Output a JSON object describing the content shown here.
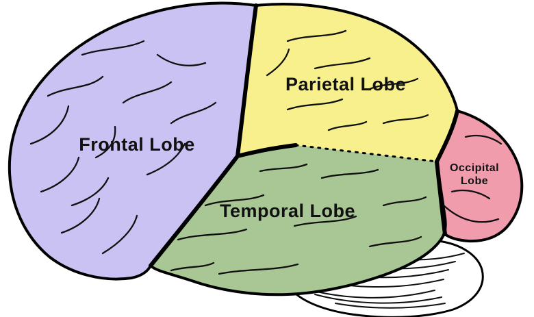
{
  "lobes": {
    "frontal": {
      "label": "Frontal Lobe",
      "color": "#c9c2f2"
    },
    "parietal": {
      "label": "Parietal Lobe",
      "color": "#f7f08c"
    },
    "temporal": {
      "label": "Temporal Lobe",
      "color": "#a8c795"
    },
    "occipital": {
      "label": "Occipital Lobe",
      "label_lines": [
        "Occipital",
        "Lobe"
      ],
      "color": "#f09cad"
    }
  },
  "cerebellum": {
    "color": "#ffffff"
  },
  "colors": {
    "outline": "#000000",
    "background": "#ffffff",
    "label_text": "#111111"
  }
}
